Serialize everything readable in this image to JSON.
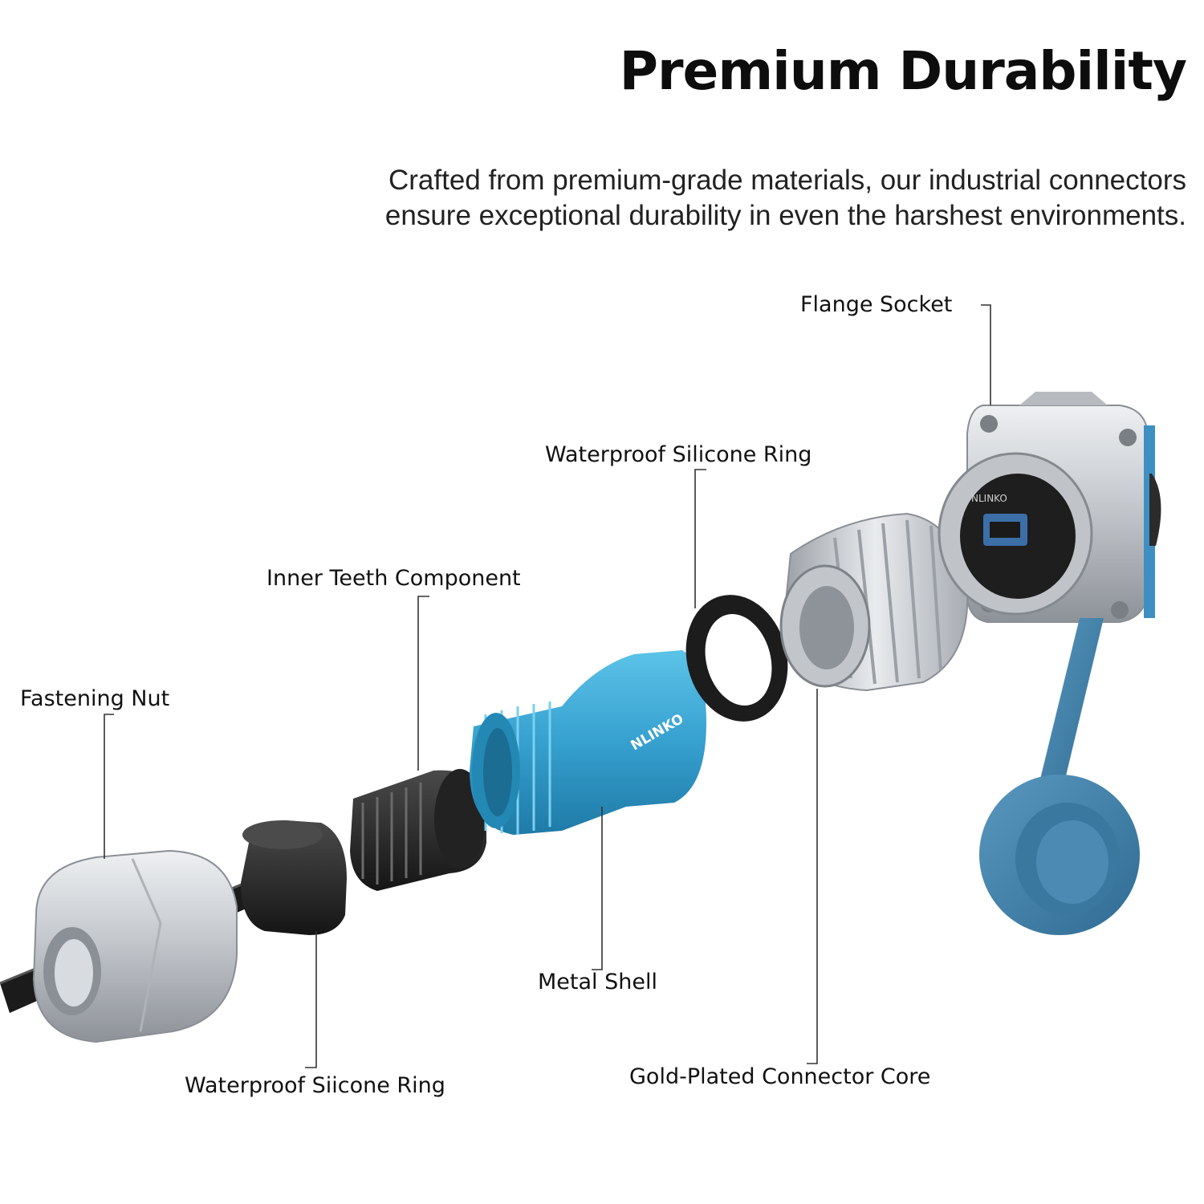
{
  "header": {
    "title": "Premium Durability",
    "subtitle_line1": "Crafted from premium-grade materials, our  industrial  connectors",
    "subtitle_line2": "ensure exceptional  durability in even the harshest  environments."
  },
  "labels": {
    "flange_socket": "Flange Socket",
    "waterproof_silicone_ring_top": "Waterproof Silicone Ring",
    "inner_teeth_component": "Inner Teeth Component",
    "fastening_nut": "Fastening Nut",
    "metal_shell": "Metal Shell",
    "waterproof_silicone_ring_bottom": "Waterproof Siicone Ring",
    "gold_plated_connector_core": "Gold-Plated Connector Core"
  },
  "branding": {
    "logo_text": "NLINKO"
  },
  "colors": {
    "accent_blue": "#3aa3cf",
    "dust_cap_blue": "#3f7fa8",
    "metal": "#c9cdd2",
    "rubber": "#2a2a2a",
    "leader_line": "#333333"
  }
}
